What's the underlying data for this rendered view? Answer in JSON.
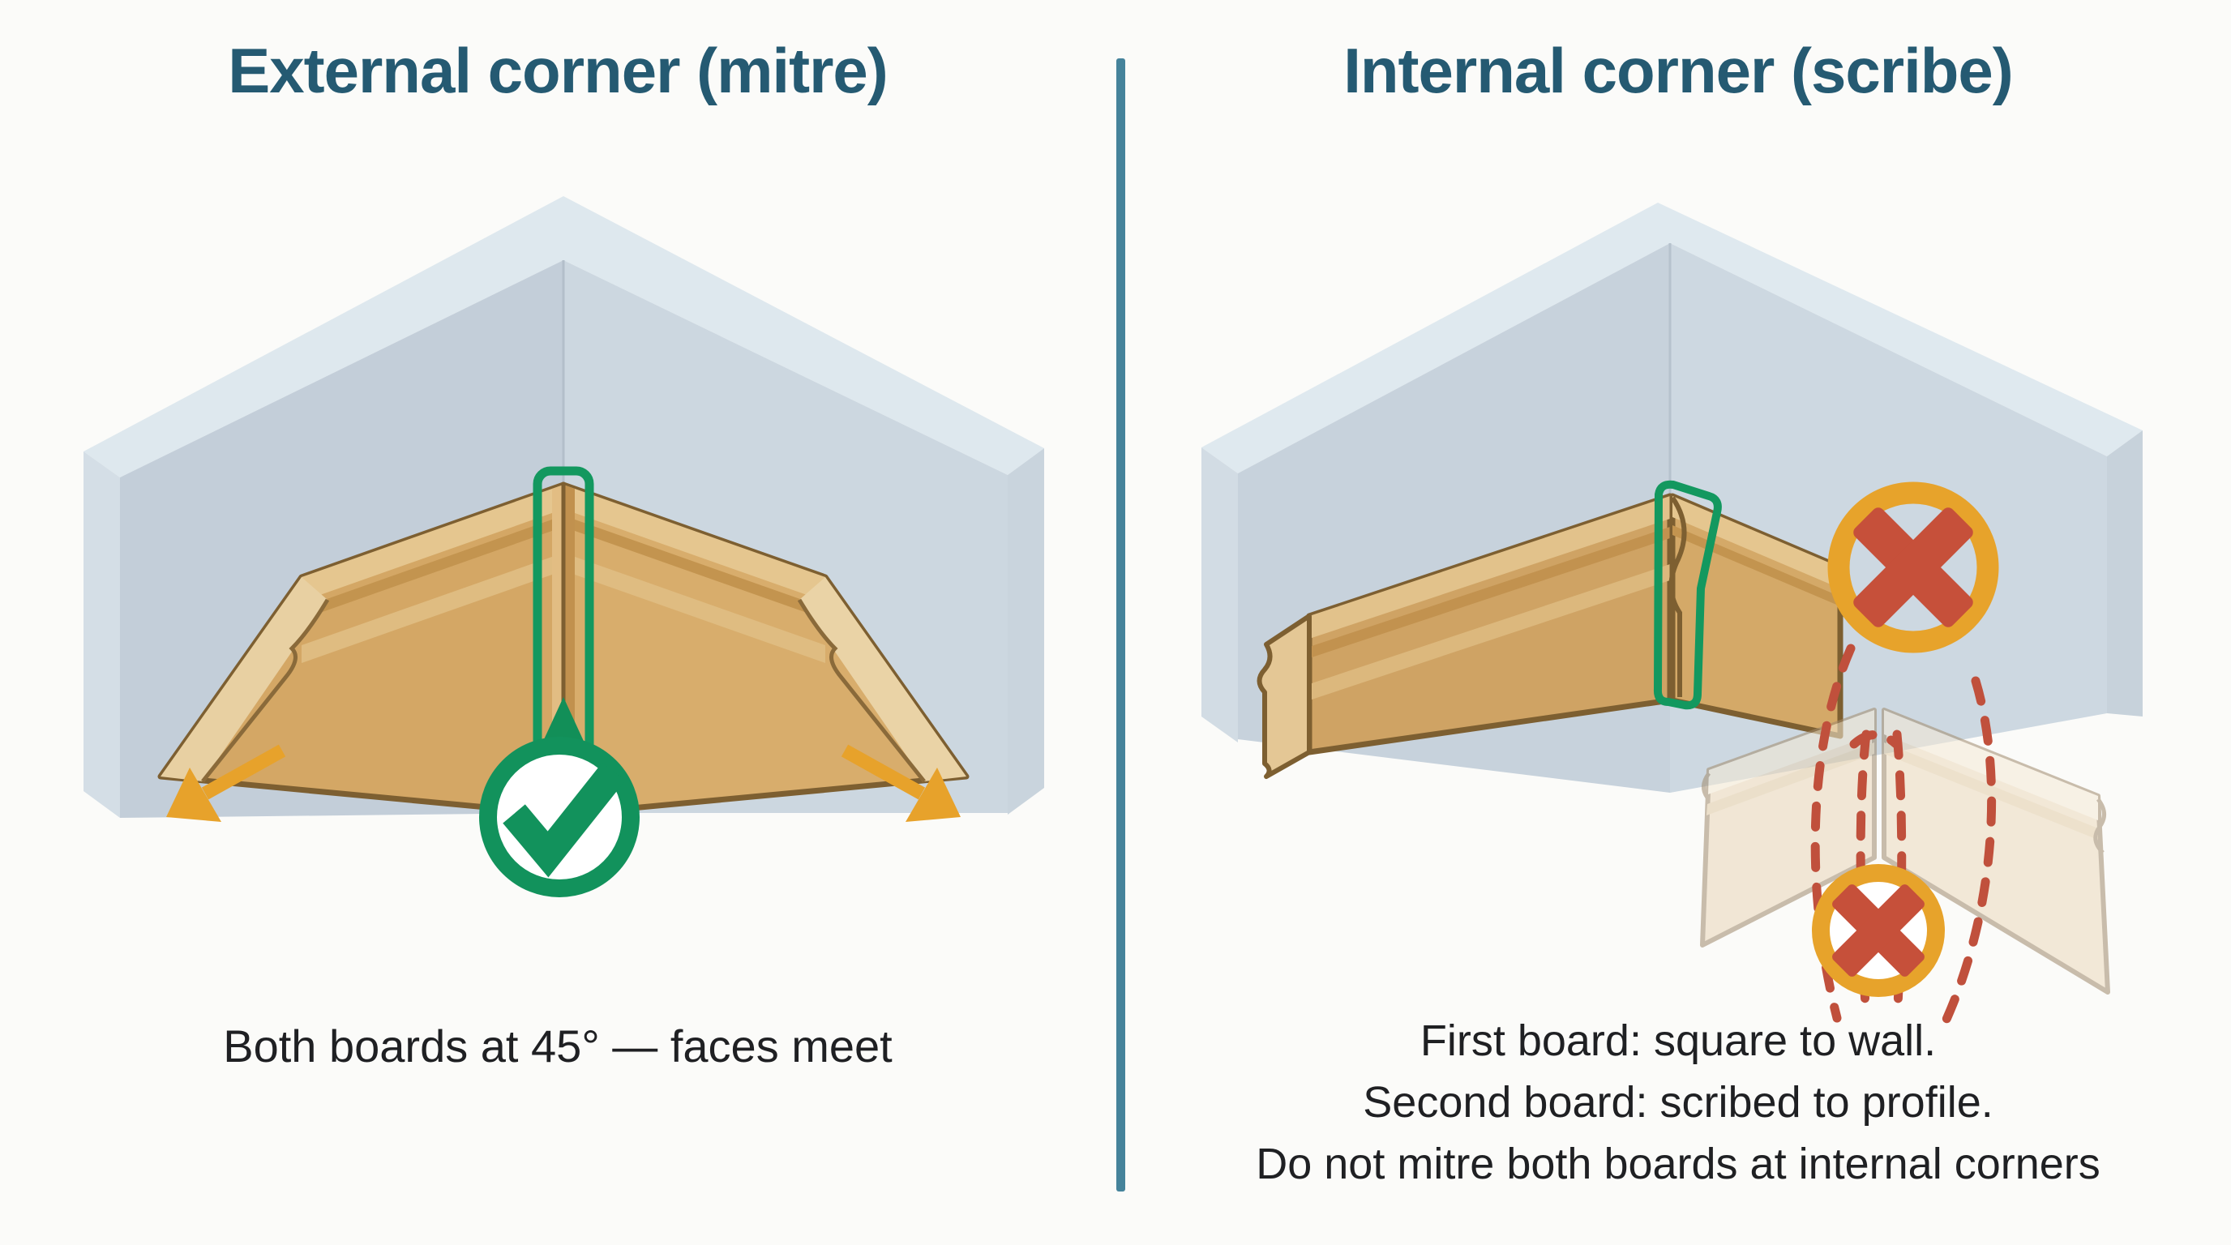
{
  "left_panel": {
    "title": "External corner (mitre)",
    "caption": "Both boards at 45° — faces meet",
    "annotations": {
      "joint_highlight_icon": "green-rounded-rectangle-outline",
      "approval_icon": "green-check-circle",
      "direction_icons": [
        "orange-arrow-down-left",
        "orange-arrow-down-right"
      ]
    }
  },
  "right_panel": {
    "title": "Internal corner (scribe)",
    "caption_lines": [
      "First board: square to wall.",
      "Second board: scribed to profile.",
      "Do not mitre both boards at internal corners"
    ],
    "annotations": {
      "joint_highlight_icon": "green-scribe-profile-outline",
      "rejection_icons": [
        "orange-circle-red-x-top",
        "orange-circle-red-x-bottom"
      ],
      "gap_marker": "red-dashed-gap-lines",
      "ghost_boards": "faded-incorrect-mitred-boards"
    }
  },
  "colors": {
    "background": "#fbfbf9",
    "title_text": "#255a72",
    "caption_text": "#1f2023",
    "divider": "#45839b",
    "wall_top_band": "#dee8ee",
    "wall_face_left": "#c3ced9",
    "wall_face_right": "#ccd7e0",
    "wood_face": "#d4a765",
    "wood_band_light": "#e5c68f",
    "wood_band_dark": "#c3944f",
    "wood_cut_face": "#e8d0a2",
    "wood_outline": "#7d5f31",
    "highlight_green": "#13985f",
    "badge_ring_orange": "#e7a32b",
    "cross_red": "#c6503a",
    "arrow_orange": "#e7a22b",
    "dashed_red": "#c0503c",
    "ghost_wood": "#e9d6b8"
  }
}
